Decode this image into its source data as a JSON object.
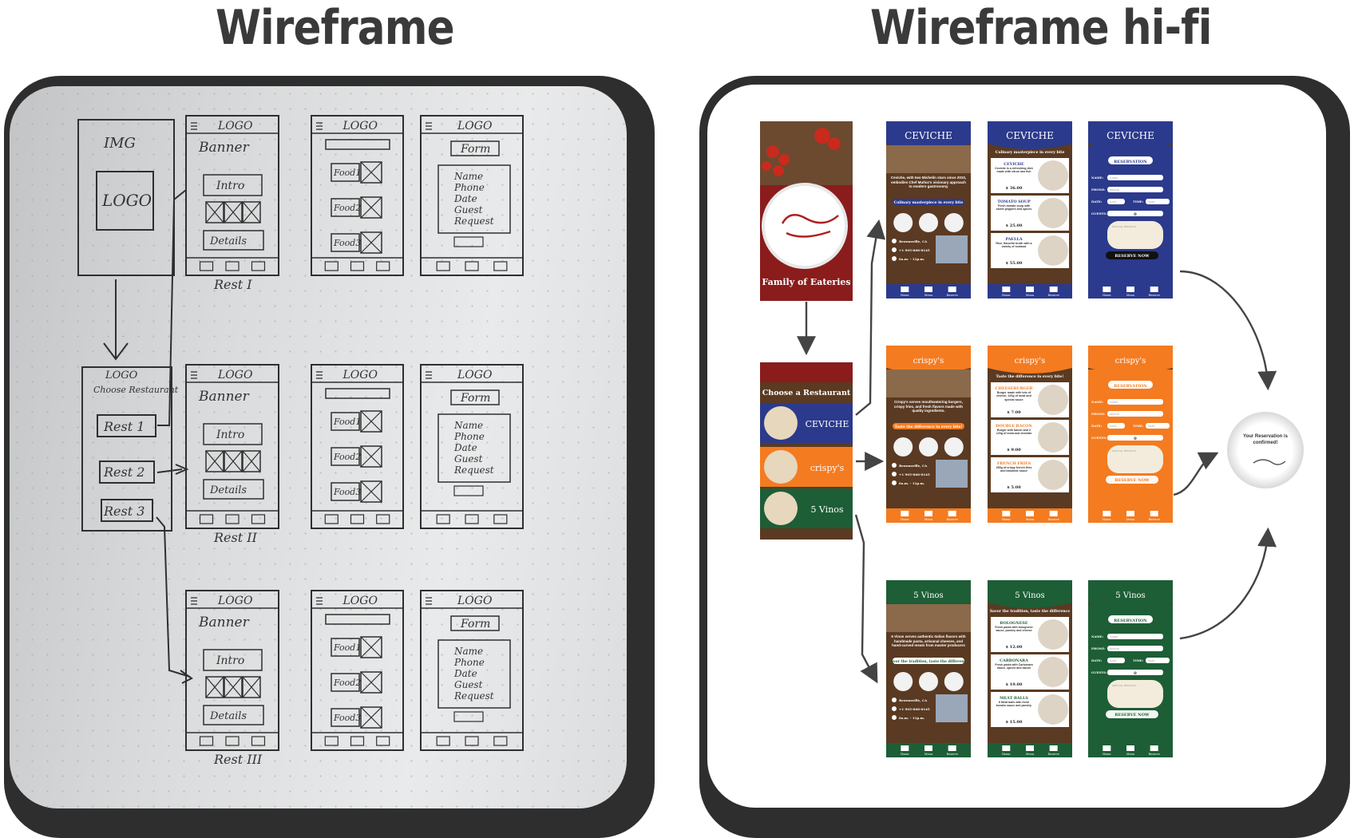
{
  "titles": {
    "left": "Wireframe",
    "right": "Wireframe hi-fi"
  },
  "sketch": {
    "img_label": "IMG",
    "logo_label": "LOGO",
    "logo_small": "LOGO",
    "banner": "Banner",
    "intro": "Intro",
    "details": "Details",
    "form": "Form",
    "form_fields": [
      "Name",
      "Phone",
      "Date",
      "Guest",
      "Request"
    ],
    "foods": [
      "Food1",
      "Food2",
      "Food3"
    ],
    "choose": "Choose Restaurant",
    "rests": [
      "Rest 1",
      "Rest 2",
      "Rest 3"
    ],
    "captions": [
      "Rest I",
      "Rest II",
      "Rest III"
    ]
  },
  "hifi": {
    "splash_text": "Family of Eateries",
    "choose_title": "Choose a Restaurant",
    "brands": {
      "ceviche": "CEVICHE",
      "crispys": "crispy's",
      "vinos": "5 Vinos"
    },
    "confirm": "Your Reservation is confirmed!",
    "reservation": "RESERVATION",
    "reserve_now": "RESERVE NOW",
    "fields": [
      "NAME:",
      "PHONE:",
      "DATE:",
      "TIME:",
      "GUESTS:"
    ],
    "field_placeholders": [
      "NAME",
      "PHONE",
      "DATE",
      "TIME"
    ],
    "guests_value": "0",
    "special": "SPECIAL REQUEST",
    "address": "Brownsville, CA",
    "phone": "+1 905-868-8145",
    "hours": "6a.m. - 11p.m.",
    "nav": [
      "Home",
      "Menu",
      "Reserve"
    ],
    "ceviche": {
      "intro": "Ceviche, with two Michelin stars since 2010, embodies Chef Muñoz's visionary approach to modern gastronomy",
      "tagline": "Culinary masterpiece in every bite",
      "items": [
        {
          "name": "CEVICHE",
          "desc": "Ceviche is a refreshing dish made with citrus raw fish",
          "price": "$ 36.00"
        },
        {
          "name": "TOMATO SOUP",
          "desc": "Fresh tomato soup with sweet peppers and spices",
          "price": "$ 25.00"
        },
        {
          "name": "PAELLA",
          "desc": "Rice, flavorful broth with a variety of seafood",
          "price": "$ 55.00"
        }
      ]
    },
    "crispys": {
      "intro": "Crispy's serves mouthwatering burgers, crispy fries, and fresh flavors made with quality ingredients.",
      "tagline": "Taste the difference in every bite!",
      "items": [
        {
          "name": "CHEESEBURGER",
          "desc": "Burger made with lots of cheese, 120g of meat and special sauce",
          "price": "$ 7.00"
        },
        {
          "name": "DOUBLE BACON",
          "desc": "Burger with bacon and 2 120g of meat and cheddar",
          "price": "$ 9.00"
        },
        {
          "name": "FRENCH FRIES",
          "desc": "250g of crispy french fries and balsamic sauce",
          "price": "$ 5.00"
        }
      ]
    },
    "vinos": {
      "intro": "5 Vinos serves authentic Italian flavors with handmade pasta, artisanal cheeses, and hand-curved meats from master producers",
      "tagline": "Savor the tradition, taste the difference",
      "items": [
        {
          "name": "BOLOGNESE",
          "desc": "Fresh pasta with bolognese sauce, parsley and cheese",
          "price": "$ 12.00"
        },
        {
          "name": "CARBONARA",
          "desc": "Fresh pasta with Carbonara sauce, spices and bacon",
          "price": "$ 19.00"
        },
        {
          "name": "MEAT BALLS",
          "desc": "8 Meat balls with fresh tomato sauce and parsley",
          "price": "$ 15.00"
        }
      ]
    }
  },
  "colors": {
    "ceviche": "#2b3a8c",
    "crispys": "#f47b20",
    "vinos": "#1d5e36",
    "splash": "#8a1c1c",
    "wood": "#5a3a22",
    "card_dark": "#2e2e2e",
    "title_text": "#3a3a3a"
  }
}
